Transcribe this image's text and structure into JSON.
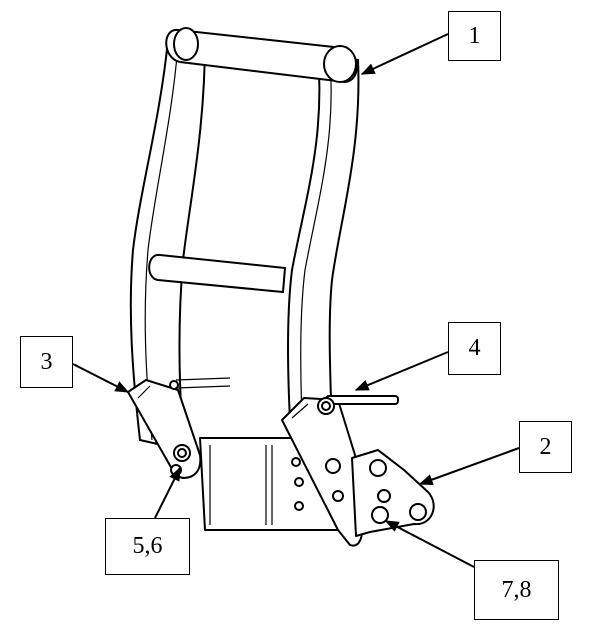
{
  "callouts": [
    {
      "id": "c1",
      "label": "1"
    },
    {
      "id": "c2",
      "label": "2"
    },
    {
      "id": "c3",
      "label": "3"
    },
    {
      "id": "c4",
      "label": "4"
    },
    {
      "id": "c56",
      "label": "5,6"
    },
    {
      "id": "c78",
      "label": "7,8"
    }
  ]
}
